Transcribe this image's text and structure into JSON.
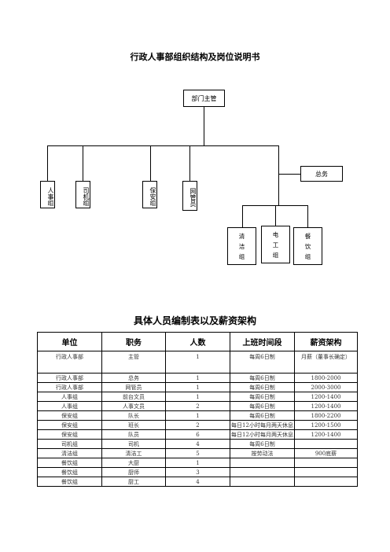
{
  "document": {
    "title": "行政人事部组织结构及岗位说明书",
    "section_title": "具体人员编制表以及薪资架构"
  },
  "org_chart": {
    "head": "部门主管",
    "side": "总务",
    "groups": [
      "人事组",
      "司机组",
      "保安组",
      "网管员"
    ],
    "sub_groups": [
      [
        "清",
        "洁",
        "组"
      ],
      [
        "电",
        "工",
        "组"
      ],
      [
        "餐",
        "饮",
        "组"
      ]
    ]
  },
  "staff_table": {
    "headers": [
      "单位",
      "职务",
      "人数",
      "上班时间段",
      "薪资架构"
    ],
    "rows": [
      [
        "行政人事部",
        "主管",
        "1",
        "每周6日制",
        "月薪（董事长确定）"
      ],
      [
        "行政人事部",
        "总务",
        "1",
        "每周6日制",
        "1800-2000"
      ],
      [
        "行政人事部",
        "网管员",
        "1",
        "每周6日制",
        "2000-3000"
      ],
      [
        "人事组",
        "前台文员",
        "1",
        "每周6日制",
        "1200-1400"
      ],
      [
        "人事组",
        "人事文员",
        "2",
        "每周6日制",
        "1200-1400"
      ],
      [
        "保安组",
        "队长",
        "1",
        "每周6日制",
        "1800-2200"
      ],
      [
        "保安组",
        "班长",
        "2",
        "每日12小时每月两天休息",
        "1200-1500"
      ],
      [
        "保安组",
        "队员",
        "6",
        "每日12小时每月两天休息",
        "1200-1400"
      ],
      [
        "司机组",
        "司机",
        "4",
        "每周6日制",
        ""
      ],
      [
        "清洁组",
        "清洁工",
        "5",
        "按劳动法",
        "900底薪"
      ],
      [
        "餐饮组",
        "大厨",
        "1",
        "",
        ""
      ],
      [
        "餐饮组",
        "厨师",
        "3",
        "",
        ""
      ],
      [
        "餐饮组",
        "厨工",
        "4",
        "",
        ""
      ]
    ]
  }
}
